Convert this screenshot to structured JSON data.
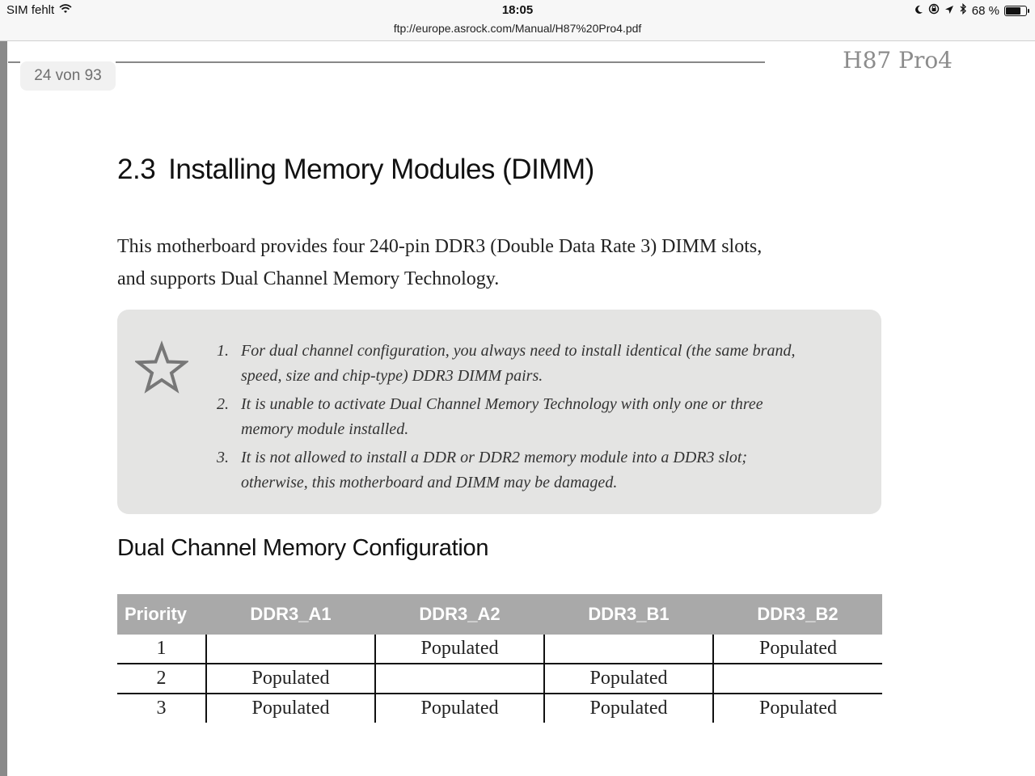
{
  "status_bar": {
    "carrier": "SIM fehlt",
    "time": "18:05",
    "battery_percent": "68 %",
    "battery_level": 0.68
  },
  "url_bar": {
    "url": "ftp://europe.asrock.com/Manual/H87%20Pro4.pdf"
  },
  "viewer": {
    "page_counter": "24 von 93"
  },
  "document": {
    "model_name": "H87 Pro4",
    "section_number": "2.3",
    "section_title": "Installing Memory Modules (DIMM)",
    "intro_line1": "This motherboard provides four 240-pin DDR3 (Double Data Rate 3) DIMM slots,",
    "intro_line2": "and supports Dual Channel Memory Technology.",
    "notes": [
      {
        "num": "1.",
        "text": "For dual channel configuration, you always need to install identical (the same brand, speed, size and chip-type) DDR3 DIMM pairs."
      },
      {
        "num": "2.",
        "text": "It is unable to activate Dual Channel Memory Technology with only one or three memory module installed."
      },
      {
        "num": "3.",
        "text": "It is not allowed to install a DDR or DDR2 memory module into a DDR3 slot; otherwise, this motherboard and DIMM may be damaged."
      }
    ],
    "table_title": "Dual Channel Memory Configuration",
    "table": {
      "headers": [
        "Priority",
        "DDR3_A1",
        "DDR3_A2",
        "DDR3_B1",
        "DDR3_B2"
      ],
      "rows": [
        [
          "1",
          "",
          "Populated",
          "",
          "Populated"
        ],
        [
          "2",
          "Populated",
          "",
          "Populated",
          ""
        ],
        [
          "3",
          "Populated",
          "Populated",
          "Populated",
          "Populated"
        ]
      ]
    }
  }
}
